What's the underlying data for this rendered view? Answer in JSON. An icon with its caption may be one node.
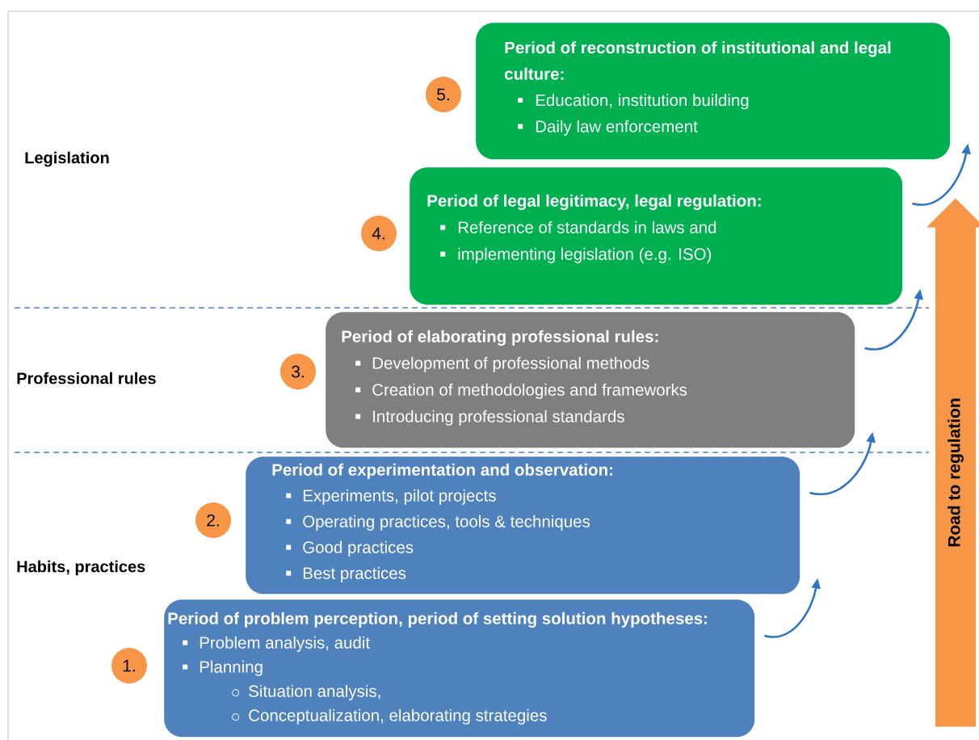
{
  "diagram": {
    "nodes": [
      {
        "text": [
          "Period of reconstruction of institutional and legal culture:",
          "Education, institution building",
          "Daily law enforcement"
        ]
      },
      {
        "text": [
          "5."
        ]
      },
      {
        "text": [
          "Period of legal legitimacy, legal regulation:",
          "Reference of standards in laws and",
          "implementing legislation (e.g. ISO)"
        ]
      },
      {
        "text": [
          "4."
        ]
      },
      {
        "text": [
          "Period of elaborating professional rules:",
          "Development of professional methods",
          "Creation of methodologies and frameworks",
          "Introducing professional standards"
        ]
      },
      {
        "text": [
          "3."
        ]
      },
      {
        "text": [
          "Period of experimentation and observation:",
          "Experiments, pilot projects",
          "Operating practices, tools & techniques",
          "Good practices",
          "Best practices"
        ]
      },
      {
        "text": [
          "2."
        ]
      },
      {
        "text": [
          "Period of problem perception, period of setting solution hypotheses:",
          "Problem analysis, audit",
          "Planning",
          "Situation analysis,",
          "Conceptualization, elaborating strategies"
        ]
      },
      {
        "text": [
          "1."
        ]
      },
      {
        "text": [
          "Road to regulation"
        ]
      }
    ],
    "edges": [
      {
        "from": 8,
        "to": 6,
        "arrow": "to"
      },
      {
        "from": 6,
        "to": 4,
        "arrow": "to"
      },
      {
        "from": 4,
        "to": 2,
        "arrow": "to"
      },
      {
        "from": 2,
        "to": 0,
        "arrow": "to"
      }
    ],
    "labels": [
      "Legislation",
      "Professional rules",
      "Habits, practices"
    ]
  }
}
